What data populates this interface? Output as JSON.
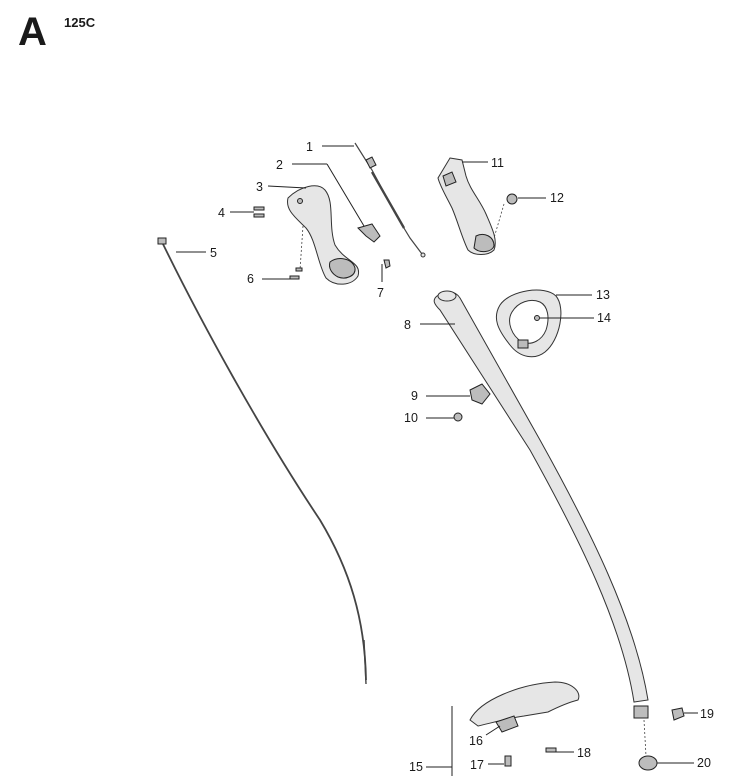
{
  "header": {
    "sheet_letter": "A",
    "model_code": "125C"
  },
  "callouts": [
    {
      "id": "1",
      "label": "1"
    },
    {
      "id": "2",
      "label": "2"
    },
    {
      "id": "3",
      "label": "3"
    },
    {
      "id": "4",
      "label": "4"
    },
    {
      "id": "5",
      "label": "5"
    },
    {
      "id": "6",
      "label": "6"
    },
    {
      "id": "7",
      "label": "7"
    },
    {
      "id": "8",
      "label": "8"
    },
    {
      "id": "9",
      "label": "9"
    },
    {
      "id": "10",
      "label": "10"
    },
    {
      "id": "11",
      "label": "11"
    },
    {
      "id": "12",
      "label": "12"
    },
    {
      "id": "13",
      "label": "13"
    },
    {
      "id": "14",
      "label": "14"
    },
    {
      "id": "15",
      "label": "15"
    },
    {
      "id": "16",
      "label": "16"
    },
    {
      "id": "17",
      "label": "17"
    },
    {
      "id": "18",
      "label": "18"
    },
    {
      "id": "19",
      "label": "19"
    },
    {
      "id": "20",
      "label": "20"
    }
  ]
}
